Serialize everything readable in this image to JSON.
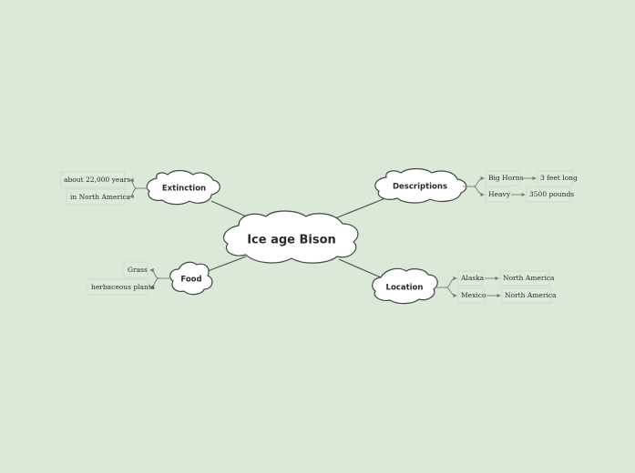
{
  "central": {
    "label": "Ice age Bison"
  },
  "branches": {
    "extinction": {
      "label": "Extinction",
      "leaves": [
        "about 22,000 years",
        "in North America"
      ]
    },
    "descriptions": {
      "label": "Descriptions",
      "leaves": [
        {
          "label": "Big Horns",
          "detail": "3 feet long"
        },
        {
          "label": "Heavy",
          "detail": "3500 pounds"
        }
      ]
    },
    "food": {
      "label": "Food",
      "leaves": [
        "Grass",
        "herbaceous plants"
      ]
    },
    "location": {
      "label": "Location",
      "leaves": [
        {
          "label": "Alaska",
          "detail": "North America"
        },
        {
          "label": "Mexico",
          "detail": "North America"
        }
      ]
    }
  }
}
